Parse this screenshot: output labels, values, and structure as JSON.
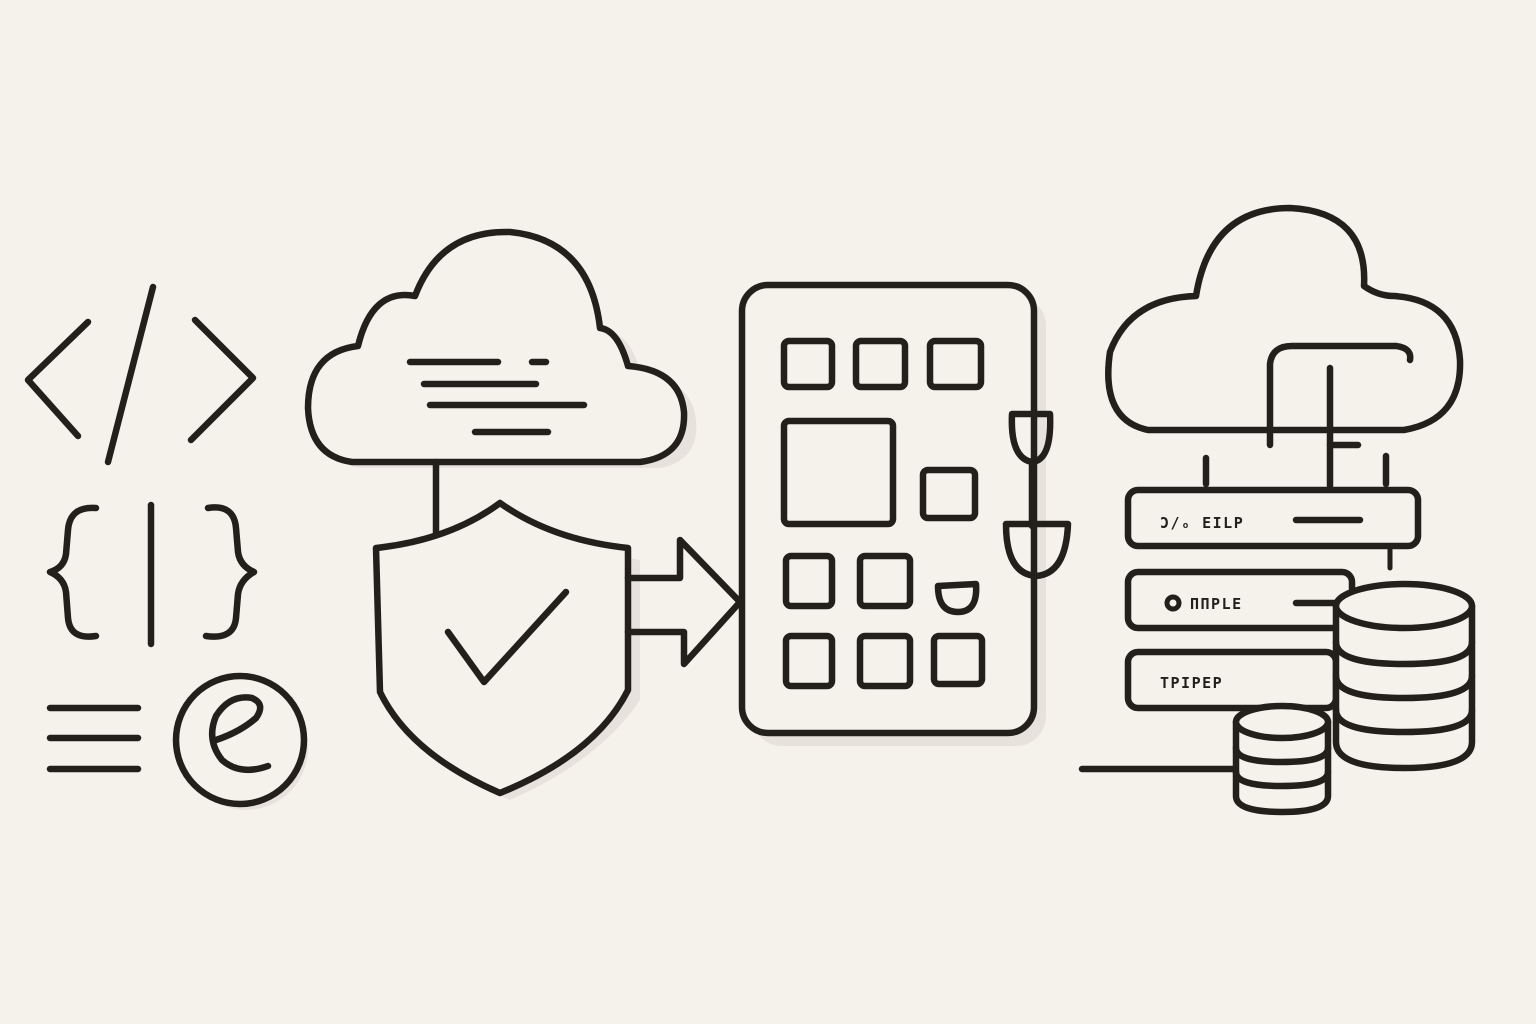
{
  "background_color": "#f5f1eb",
  "ink_color": "#231f1b",
  "icons": [
    "code-tag-icon",
    "curly-braces-icon",
    "menu-lines-icon",
    "e-circle-icon",
    "cloud-icon",
    "shield-check-icon",
    "arrow-right-icon",
    "app-grid-panel-icon",
    "cloud-network-icon",
    "server-rack-icon",
    "database-icon"
  ],
  "servers": [
    {
      "label": "Ͻ/ₒ EILP"
    },
    {
      "label": "ΠΠPLE"
    },
    {
      "label": "TPIPEP"
    }
  ]
}
